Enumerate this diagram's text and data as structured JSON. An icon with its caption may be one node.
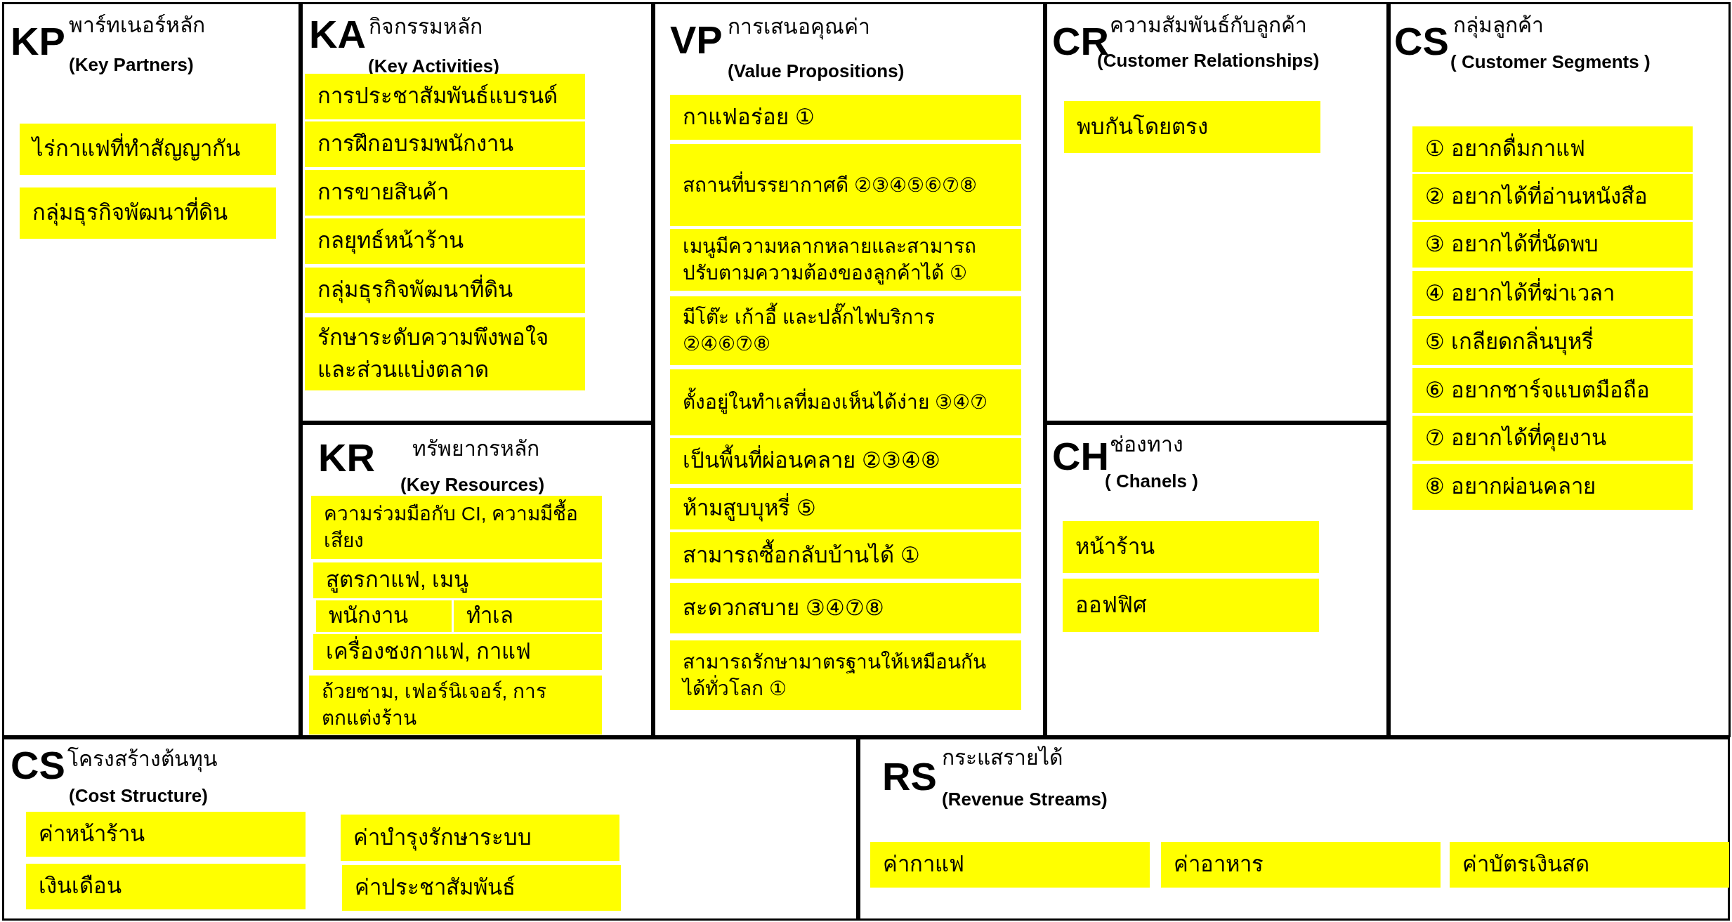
{
  "diagram": {
    "nodes": [
      {
        "text": [
          "KP",
          "พาร์ทเนอร์หลัก",
          "(Key Partners)"
        ]
      },
      {
        "text": [
          "ไร่กาแฟที่ทำสัญญากัน"
        ],
        "in": 0
      },
      {
        "text": [
          "กลุ่มธุรกิจพัฒนาที่ดิน"
        ],
        "in": 0
      },
      {
        "text": [
          "KA",
          "กิจกรรมหลัก",
          "(Key Activities)"
        ]
      },
      {
        "text": [
          "การประชาสัมพันธ์แบรนด์"
        ],
        "in": 3
      },
      {
        "text": [
          "การฝึกอบรมพนักงาน"
        ],
        "in": 3
      },
      {
        "text": [
          "การขายสินค้า"
        ],
        "in": 3
      },
      {
        "text": [
          "กลยุทธ์หน้าร้าน"
        ],
        "in": 3
      },
      {
        "text": [
          "กลุ่มธุรกิจพัฒนาที่ดิน"
        ],
        "in": 3
      },
      {
        "text": [
          "รักษาระดับความพึงพอใจ และส่วนแบ่งตลาด"
        ],
        "in": 3
      },
      {
        "text": [
          "KR",
          "ทรัพยากรหลัก",
          "(Key Resources)"
        ]
      },
      {
        "text": [
          "ความร่วมมือกับ CI, ความมีชื้อเสียง"
        ],
        "in": 10
      },
      {
        "text": [
          "สูตรกาแฟ, เมนู"
        ],
        "in": 10
      },
      {
        "text": [
          "พนักงาน"
        ],
        "in": 10
      },
      {
        "text": [
          "ทำเล"
        ],
        "in": 10
      },
      {
        "text": [
          "เครื่องชงกาแฟ, กาแฟ"
        ],
        "in": 10
      },
      {
        "text": [
          "ถ้วยชาม, เฟอร์นิเจอร์, การตกแต่งร้าน"
        ],
        "in": 10
      },
      {
        "text": [
          "VP",
          "การเสนอคุณค่า",
          "(Value Propositions)"
        ]
      },
      {
        "text": [
          "กาแฟอร่อย ①"
        ],
        "in": 17
      },
      {
        "text": [
          "สถานที่บรรยากาศดี ②③④⑤⑥⑦⑧"
        ],
        "in": 17
      },
      {
        "text": [
          "เมนูมีความหลากหลายและสามารถ ปรับตามความต้องของลูกค้าได้ ①"
        ],
        "in": 17
      },
      {
        "text": [
          "มีโต๊ะ เก้าอี้ และปลั๊กไฟบริการ ②④⑥⑦⑧"
        ],
        "in": 17
      },
      {
        "text": [
          "ตั้งอยู่ในทำเลที่มองเห็นได้ง่าย ③④⑦"
        ],
        "in": 17
      },
      {
        "text": [
          "เป็นพื้นที่ผ่อนคลาย ②③④⑧"
        ],
        "in": 17
      },
      {
        "text": [
          "ห้ามสูบบุหรี่ ⑤"
        ],
        "in": 17
      },
      {
        "text": [
          "สามารถซื้อกลับบ้านได้ ①"
        ],
        "in": 17
      },
      {
        "text": [
          "สะดวกสบาย ③④⑦⑧"
        ],
        "in": 17
      },
      {
        "text": [
          "สามารถรักษามาตรฐานให้เหมือนกัน ได้ทั่วโลก ①"
        ],
        "in": 17
      },
      {
        "text": [
          "CR",
          "ความสัมพันธ์กับลูกค้า",
          "(Customer Relationships)"
        ]
      },
      {
        "text": [
          "พบกันโดยตรง"
        ],
        "in": 28
      },
      {
        "text": [
          "CH",
          "ช่องทาง",
          "( Chanels )"
        ]
      },
      {
        "text": [
          "หน้าร้าน"
        ],
        "in": 30
      },
      {
        "text": [
          "ออฟฟิศ"
        ],
        "in": 30
      },
      {
        "text": [
          "CS",
          "กลุ่มลูกค้า",
          "( Customer Segments )"
        ]
      },
      {
        "text": [
          "① อยากดื่มกาแฟ"
        ],
        "in": 33
      },
      {
        "text": [
          "② อยากได้ที่อ่านหนังสือ"
        ],
        "in": 33
      },
      {
        "text": [
          "③ อยากได้ที่นัดพบ"
        ],
        "in": 33
      },
      {
        "text": [
          "④ อยากได้ที่ฆ่าเวลา"
        ],
        "in": 33
      },
      {
        "text": [
          "⑤ เกลียดกลิ่นบุหรี่"
        ],
        "in": 33
      },
      {
        "text": [
          "⑥ อยากชาร์จแบตมือถือ"
        ],
        "in": 33
      },
      {
        "text": [
          "⑦ อยากได้ที่คุยงาน"
        ],
        "in": 33
      },
      {
        "text": [
          "⑧ อยากผ่อนคลาย"
        ],
        "in": 33
      },
      {
        "text": [
          "CS",
          "โครงสร้างต้นทุน",
          "(Cost Structure)"
        ]
      },
      {
        "text": [
          "ค่าหน้าร้าน"
        ],
        "in": 42
      },
      {
        "text": [
          "ค่าบำรุงรักษาระบบ"
        ],
        "in": 42
      },
      {
        "text": [
          "เงินเดือน"
        ],
        "in": 42
      },
      {
        "text": [
          "ค่าประชาสัมพันธ์"
        ],
        "in": 42
      },
      {
        "text": [
          "RS",
          "กระแสรายได้",
          "(Revenue Streams)"
        ]
      },
      {
        "text": [
          "ค่ากาแฟ"
        ],
        "in": 47
      },
      {
        "text": [
          "ค่าอาหาร"
        ],
        "in": 47
      },
      {
        "text": [
          "ค่าบัตรเงินสด"
        ],
        "in": 47
      }
    ]
  }
}
